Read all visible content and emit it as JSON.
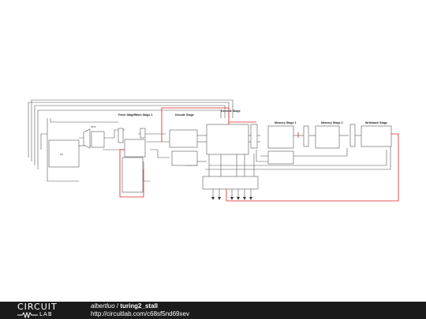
{
  "stages": {
    "fetch1": "Fetch Stage 1",
    "fetch2": "Fetch Stage 2",
    "decode": "Decode Stage",
    "execute": "Execute Stage",
    "memory1": "Memory Stage 1",
    "memory2": "Memory Stage 2",
    "writeback": "Writeback Stage"
  },
  "component_labels": {
    "pc": "PC",
    "mux": "MUX"
  },
  "footer": {
    "logo_main": "CIRCUIT",
    "logo_sub": "LAB",
    "author": "albertluo",
    "separator": "/",
    "title": "turing2_stall",
    "url": "http://circuitlab.com/c68sf5nd69xev"
  },
  "colors": {
    "wire": "#555555",
    "wire_highlight": "#e02020",
    "footer_bg": "#1b1b1b",
    "footer_text": "#ffffff"
  }
}
